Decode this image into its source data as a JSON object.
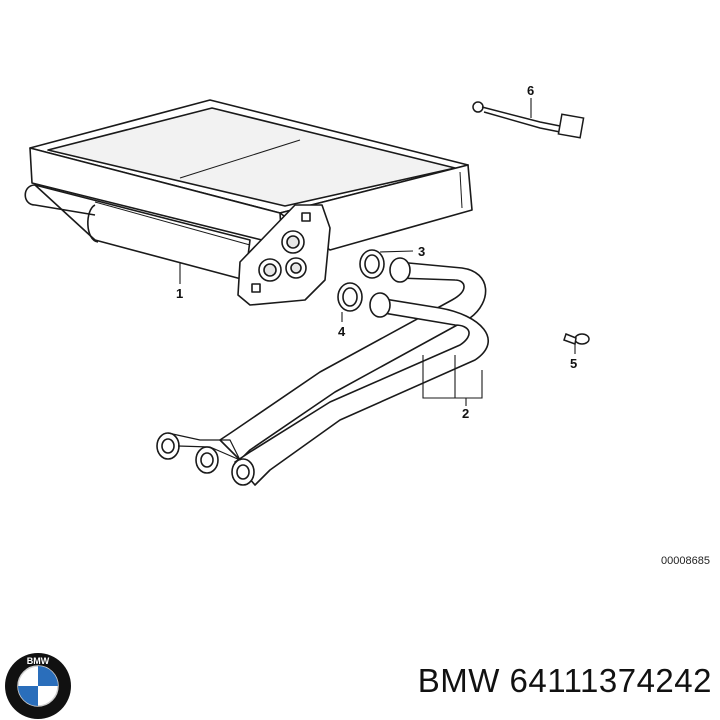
{
  "callouts": {
    "c1": "1",
    "c2": "2",
    "c3": "3",
    "c4": "4",
    "c5": "5",
    "c6": "6"
  },
  "reference_code": "00008685",
  "caption": "BMW 64111374242",
  "logo_text": "BMW",
  "colors": {
    "line": "#1a1a1a",
    "fill": "#ffffff",
    "shade": "#e6e6e6",
    "logo_blue": "#2a6ebb",
    "logo_ring": "#111111"
  }
}
